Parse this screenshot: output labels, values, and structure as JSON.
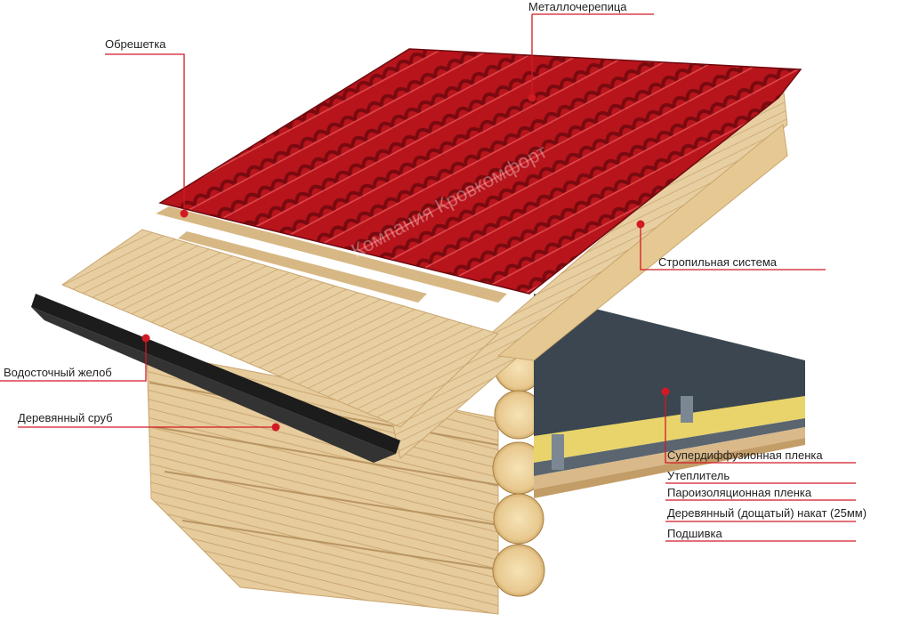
{
  "colors": {
    "leader": "#d11a24",
    "tile": "#b8141b",
    "tile_dark": "#7a0a10",
    "wood": "#e8cfa2",
    "wood_dark": "#c9a56e",
    "gutter": "#1c1c1c",
    "membrane": "#3b4650",
    "insulation": "#e8d46a"
  },
  "watermark": "Компания Кровкомфорт",
  "labels": {
    "metal_tile": "Металлочерепица",
    "batten": "Обрешетка",
    "rafter_system": "Стропильная система",
    "gutter": "Водосточный желоб",
    "log_house": "Деревянный сруб",
    "superdiffusion_membrane": "Супердиффузионная пленка",
    "insulation": "Утеплитель",
    "vapor_barrier": "Пароизоляционная пленка",
    "wooden_deck": "Деревянный (дощатый) накат (25мм)",
    "ceiling_lining": "Подшивка"
  }
}
